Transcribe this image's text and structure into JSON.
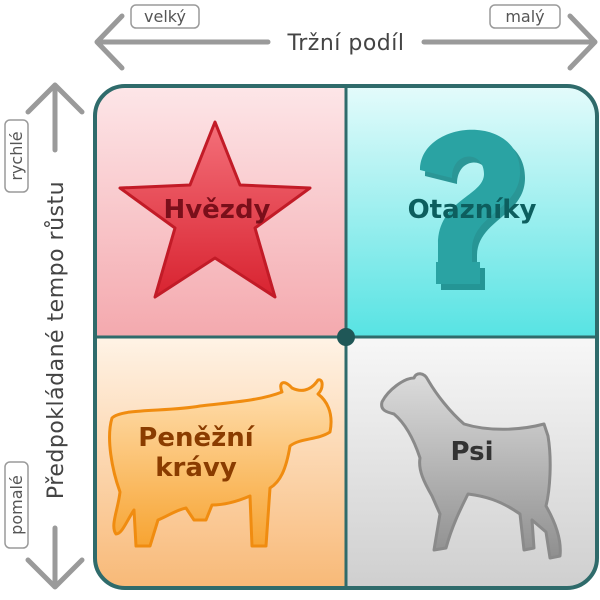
{
  "axes": {
    "horizontal": {
      "title": "Tržní podíl",
      "left_end": "velký",
      "right_end": "malý"
    },
    "vertical": {
      "title": "Předpokládané tempo růstu",
      "top_end": "rychlé",
      "bottom_end": "pomalé"
    }
  },
  "quadrants": {
    "top_left": {
      "label": "Hvězdy",
      "icon": "star-icon",
      "label_color": "#7a0f1a",
      "shape_color": "#e23a45"
    },
    "top_right": {
      "label": "Otazníky",
      "icon": "question-mark-icon",
      "label_color": "#0d5e5e",
      "shape_color": "#1f8f8f"
    },
    "bottom_left": {
      "label_line1": "Peněžní",
      "label_line2": "krávy",
      "icon": "cow-icon",
      "label_color": "#8a3c00",
      "shape_color": "#f39a1e"
    },
    "bottom_right": {
      "label": "Psi",
      "icon": "dog-icon",
      "label_color": "#333333",
      "shape_color": "#a8a8a8"
    }
  },
  "colors": {
    "frame": "#2f6b6b",
    "axis_arrow": "#9a9a9a"
  }
}
